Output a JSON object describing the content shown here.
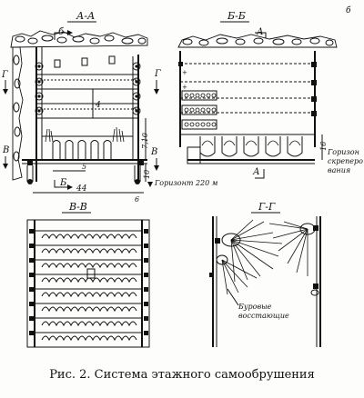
{
  "sections": {
    "aa": "А-А",
    "bb": "Б-Б",
    "vv": "В-В",
    "gg": "Г-Г"
  },
  "marks": {
    "a": "А",
    "b": "Б",
    "v": "В",
    "g": "Г",
    "b_lower": "б"
  },
  "dims": {
    "spacing_4": "4",
    "h_710": "7,10",
    "h_10": "10",
    "w_5": "5",
    "w_44": "44",
    "w_6": "6",
    "h_16": "16"
  },
  "labels": {
    "horizon_220": "Горизонт 220 м",
    "horizon_scraper_1": "Горизон",
    "horizon_scraper_2": "скреперо",
    "horizon_scraper_3": "вания",
    "raises_1": "Буровые",
    "raises_2": "восстающие"
  },
  "caption": "Рис. 2. Система этажного самообрушения"
}
